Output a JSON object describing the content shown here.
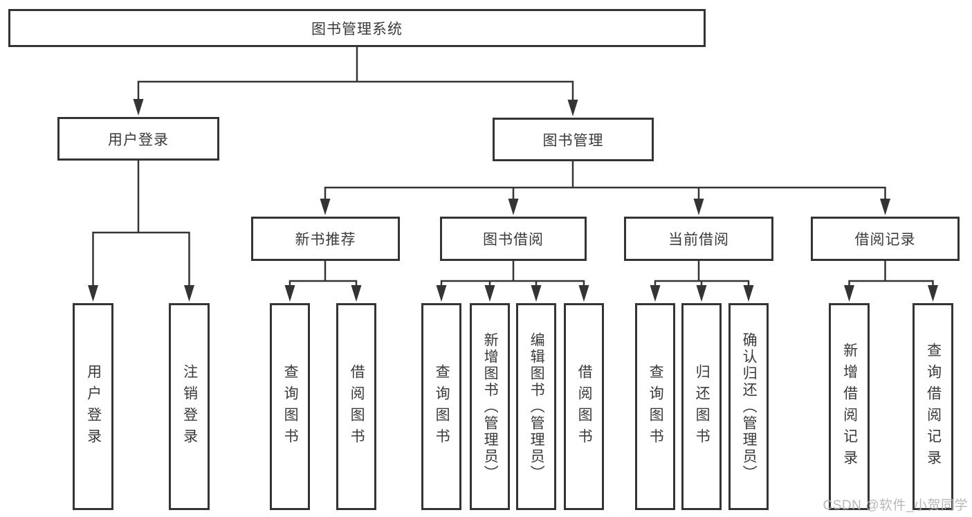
{
  "tree": {
    "label": "图书管理系统",
    "children": [
      {
        "label": "用户登录",
        "children": [
          {
            "label": "用户登录"
          },
          {
            "label": "注销登录"
          }
        ]
      },
      {
        "label": "图书管理",
        "children": [
          {
            "label": "新书推荐",
            "children": [
              {
                "label": "查询图书"
              },
              {
                "label": "借阅图书"
              }
            ]
          },
          {
            "label": "图书借阅",
            "children": [
              {
                "label": "查询图书"
              },
              {
                "label": "新增图书（管理员）"
              },
              {
                "label": "编辑图书（管理员）"
              },
              {
                "label": "借阅图书"
              }
            ]
          },
          {
            "label": "当前借阅",
            "children": [
              {
                "label": "查询图书"
              },
              {
                "label": "归还图书"
              },
              {
                "label": "确认归还（管理员）"
              }
            ]
          },
          {
            "label": "借阅记录",
            "children": [
              {
                "label": "新增借阅记录"
              },
              {
                "label": "查询借阅记录"
              }
            ]
          }
        ]
      }
    ]
  },
  "watermark": "CSDN @软件_小贺同学",
  "colors": {
    "line": "#343434",
    "text": "#3a3a3a",
    "watermark": "#b2b2b2",
    "background": "#ffffff"
  }
}
